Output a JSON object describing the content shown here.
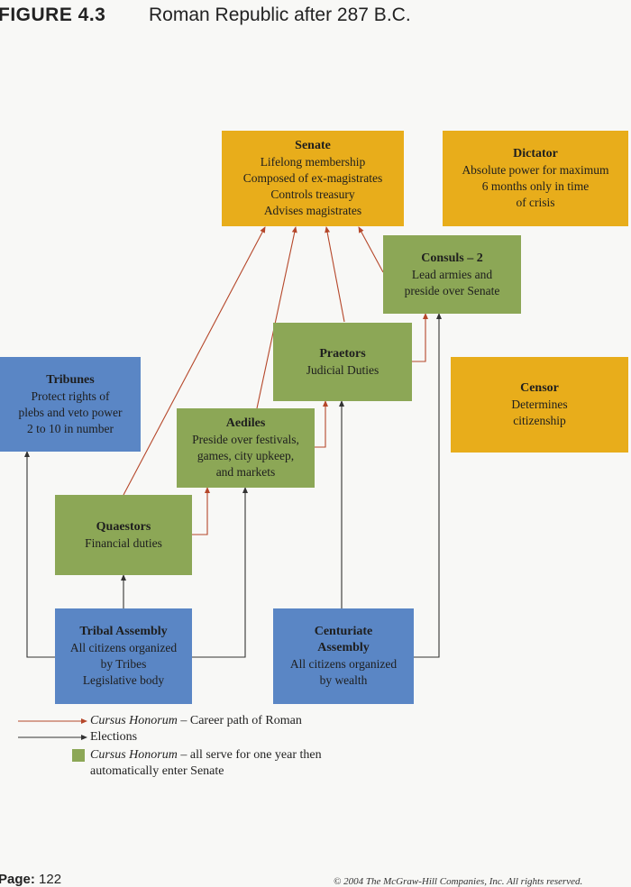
{
  "header": {
    "figure_label": "FIGURE  4.3",
    "title": "Roman Republic after 287 B.C."
  },
  "boxes": {
    "senate": {
      "title": "Senate",
      "lines": [
        "Lifelong membership",
        "Composed of ex-magistrates",
        "Controls treasury",
        "Advises magistrates"
      ]
    },
    "dictator": {
      "title": "Dictator",
      "lines": [
        "Absolute power for maximum",
        "6 months only in time",
        "of crisis"
      ]
    },
    "consuls": {
      "title": "Consuls – 2",
      "lines": [
        "Lead armies and",
        "preside over Senate"
      ]
    },
    "praetors": {
      "title": "Praetors",
      "lines": [
        "Judicial Duties"
      ]
    },
    "tribunes": {
      "title": "Tribunes",
      "lines": [
        "Protect rights of",
        "plebs and veto power",
        "2 to 10 in number"
      ]
    },
    "censor": {
      "title": "Censor",
      "lines": [
        "Determines",
        "citizenship"
      ]
    },
    "aediles": {
      "title": "Aediles",
      "lines": [
        "Preside over festivals,",
        "games, city upkeep,",
        "and markets"
      ]
    },
    "quaestors": {
      "title": "Quaestors",
      "lines": [
        "Financial duties"
      ]
    },
    "tribal_assembly": {
      "title": "Tribal Assembly",
      "lines": [
        "All citizens organized",
        "by Tribes",
        "Legislative body"
      ]
    },
    "centuriate_assembly": {
      "title": "Centuriate",
      "title2": "Assembly",
      "lines": [
        "All citizens organized",
        "by wealth"
      ]
    }
  },
  "legend": {
    "career_term": "Cursus Honorum",
    "career_rest": " – Career path of Roman",
    "elections": "Elections",
    "green_term": "Cursus Honorum",
    "green_rest": "  – all serve for one year then",
    "green_line2": "automatically enter Senate"
  },
  "footer": {
    "page_label": "Page:",
    "page_number": "122",
    "copyright": "© 2004 The McGraw-Hill Companies, Inc. All rights reserved."
  },
  "colors": {
    "gold": "#e8ad1b",
    "green": "#8ca756",
    "blue": "#5a86c5",
    "career_arrow": "#b5472a",
    "election_arrow": "#333333"
  }
}
